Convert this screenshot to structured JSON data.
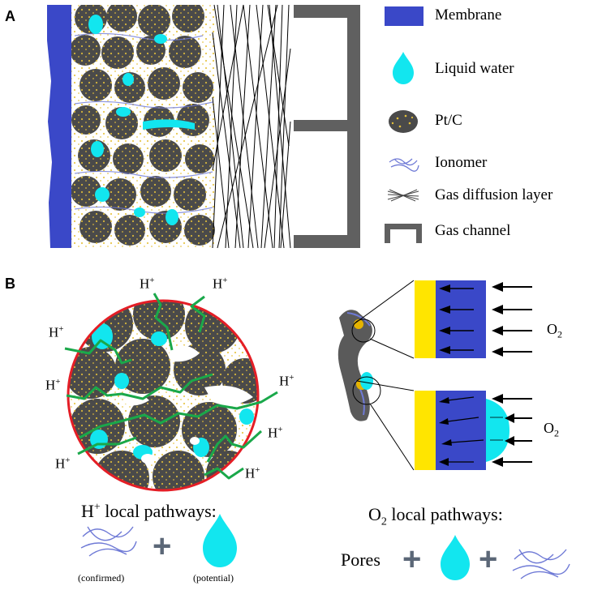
{
  "panels": {
    "a": "A",
    "b": "B"
  },
  "legend": [
    {
      "label": "Membrane",
      "icon": "membrane-icon"
    },
    {
      "label": "Liquid water",
      "icon": "water-drop-icon"
    },
    {
      "label": "Pt/C",
      "icon": "pt-c-particle-icon"
    },
    {
      "label": "Ionomer",
      "icon": "ionomer-icon"
    },
    {
      "label": "Gas diffusion layer",
      "icon": "gdl-icon"
    },
    {
      "label": "Gas channel",
      "icon": "gas-channel-icon"
    }
  ],
  "proton_label": {
    "base": "H",
    "sup": "+"
  },
  "oxygen_label": {
    "base": "O",
    "sub": "2"
  },
  "h_pathways": {
    "title_base": "H",
    "title_sup": "+",
    "title_rest": " local pathways:",
    "confirmed": "(confirmed)",
    "potential": "(potential)",
    "plus": "+"
  },
  "o2_pathways": {
    "title_base": "O",
    "title_sub": "2",
    "title_rest": " local pathways:",
    "pores": "Pores",
    "plus": "+"
  },
  "colors": {
    "membrane": "#3a48c8",
    "water": "#12e6ef",
    "ptc": "#4a4a4a",
    "pt_dots": "#e5c13a",
    "ionomer": "#6f7ad6",
    "proton_path": "#1aa84a",
    "circle": "#e41e26",
    "channel": "#606060",
    "catalyst": "#ffe500",
    "plus": "#5b6777"
  }
}
